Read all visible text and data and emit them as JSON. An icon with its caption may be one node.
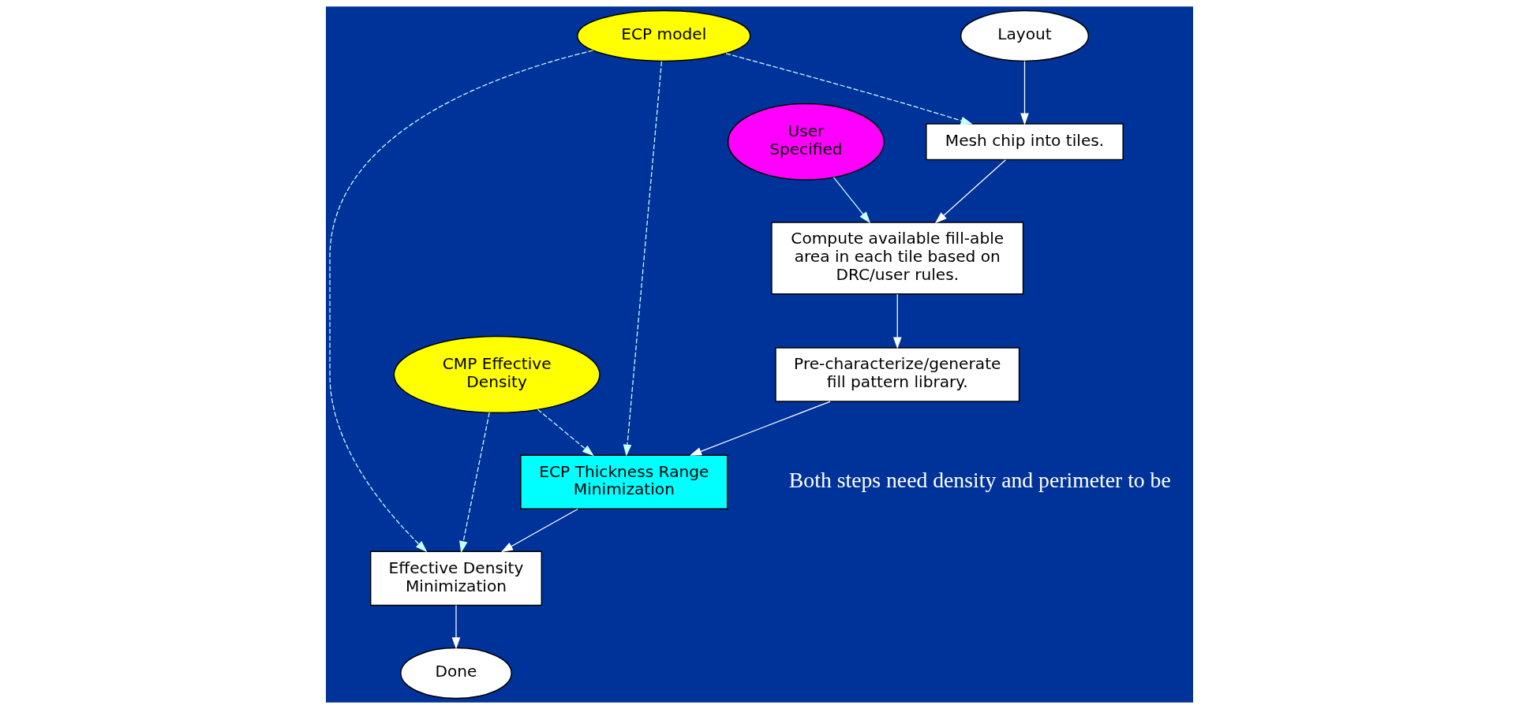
{
  "diagram": {
    "nodes": [
      {
        "text": [
          "Layout"
        ]
      },
      {
        "text": [
          "Mesh chip into tiles."
        ]
      },
      {
        "text": [
          "User Specified"
        ]
      },
      {
        "text": [
          "Compute available fill-able area in each tile based on DRC/user rules."
        ]
      },
      {
        "text": [
          "Pre-characterize/generate fill pattern library."
        ]
      },
      {
        "text": [
          "ECP model"
        ]
      },
      {
        "text": [
          "ECP Thickness Range Minimization"
        ]
      },
      {
        "text": [
          "Effective Density Minimization"
        ]
      },
      {
        "text": [
          "Done"
        ]
      },
      {
        "text": [
          "CMP Effective Density"
        ]
      }
    ],
    "edges": [
      {
        "from": 0,
        "to": 1,
        "arrow": "to"
      },
      {
        "from": 5,
        "to": 1,
        "arrow": "to",
        "style": "dashed",
        "color": "#ccffff"
      },
      {
        "from": 1,
        "to": 3,
        "arrow": "to"
      },
      {
        "from": 2,
        "to": 3,
        "arrow": "to",
        "color": "#ccffff"
      },
      {
        "from": 3,
        "to": 4,
        "arrow": "to"
      },
      {
        "from": 4,
        "to": 6,
        "arrow": "to"
      },
      {
        "from": 5,
        "to": 6,
        "arrow": "to",
        "style": "dashed",
        "color": "#ccffff"
      },
      {
        "from": 5,
        "to": 7,
        "arrow": "to",
        "style": "dashed",
        "color": "#ccffff"
      },
      {
        "from": 9,
        "to": 6,
        "arrow": "to",
        "style": "dashed",
        "color": "#ccffff"
      },
      {
        "from": 9,
        "to": 7,
        "arrow": "to",
        "style": "dashed",
        "color": "#ccffff"
      },
      {
        "from": 6,
        "to": 7,
        "arrow": "to"
      },
      {
        "from": 7,
        "to": 8,
        "arrow": "to"
      }
    ],
    "labels": [
      "Both steps need density and perimeter to be"
    ]
  }
}
